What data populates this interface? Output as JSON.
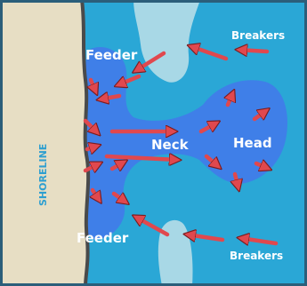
{
  "labels": {
    "shoreline": "SHORELINE",
    "feeder_top": "Feeder",
    "feeder_bottom": "Feeder",
    "neck": "Neck",
    "head": "Head",
    "breakers_top": "Breakers",
    "breakers_bottom": "Breakers"
  },
  "colors": {
    "ocean": "#2AA7D6",
    "current": "#3F7FE8",
    "sandbar": "#A8D8E6",
    "shore": "#E7DEC4",
    "shore_edge": "#4A4A4A",
    "arrow": "#E0484E",
    "text_light": "#FFFFFF",
    "text_shore": "#2E9FD0",
    "border": "#2B5E7A"
  }
}
